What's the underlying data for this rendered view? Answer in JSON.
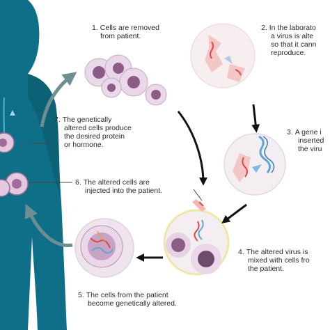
{
  "colors": {
    "body": "#0f6f88",
    "body_dark": "#0b5366",
    "cell_fill": "#e9dbe7",
    "cell_nucleus": "#8a5c86",
    "arrow": "#111111",
    "curve_arrow": "#6e8f92",
    "virus_red": "#d84a48",
    "gene_blue": "#5ea6d8"
  },
  "steps": [
    {
      "num": "1.",
      "lines": [
        "Cells are removed",
        "from patient."
      ]
    },
    {
      "num": "2.",
      "lines": [
        "In the laborato",
        "a virus is alte",
        "so that it cann",
        "reproduce."
      ]
    },
    {
      "num": "3.",
      "lines": [
        "A gene i",
        "inserted",
        "the viru"
      ]
    },
    {
      "num": "4.",
      "lines": [
        "The altered virus is",
        "mixed with cells fro",
        "the patient."
      ]
    },
    {
      "num": "5.",
      "lines": [
        "The cells from the patient",
        "become genetically altered."
      ]
    },
    {
      "num": "6.",
      "lines": [
        "The altered cells are",
        "injected into the patient."
      ]
    },
    {
      "num": "7.",
      "lines": [
        "The genetically",
        "altered cells produce",
        "the desired protein",
        "or hormone."
      ]
    }
  ]
}
